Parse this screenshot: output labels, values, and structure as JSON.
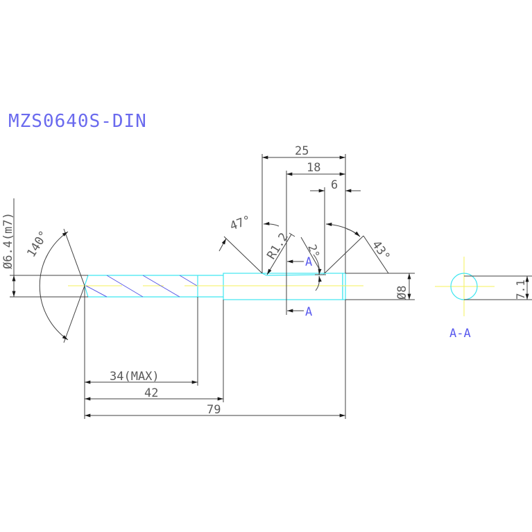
{
  "title": "MZS0640S-DIN",
  "dimensions": {
    "total_length": "79",
    "shank_length": "42",
    "flute_length": "34(MAX)",
    "top_25": "25",
    "top_18": "18",
    "top_6": "6",
    "point_angle": "140°",
    "angle_47": "47°",
    "angle_43": "43°",
    "angle_2": "2°",
    "radius": "R1.2",
    "drill_diameter": "Ø6.4(m7)",
    "shank_diameter": "Ø8",
    "flat_height": "7.1"
  },
  "section": {
    "marker_top": "A",
    "marker_bottom": "A",
    "label": "A-A"
  },
  "colors": {
    "title": "#6a6aee",
    "outline": "#3fe6f0",
    "centerline": "#f5f25a",
    "flute": "#5a5ae6",
    "dimension": "#404040"
  }
}
